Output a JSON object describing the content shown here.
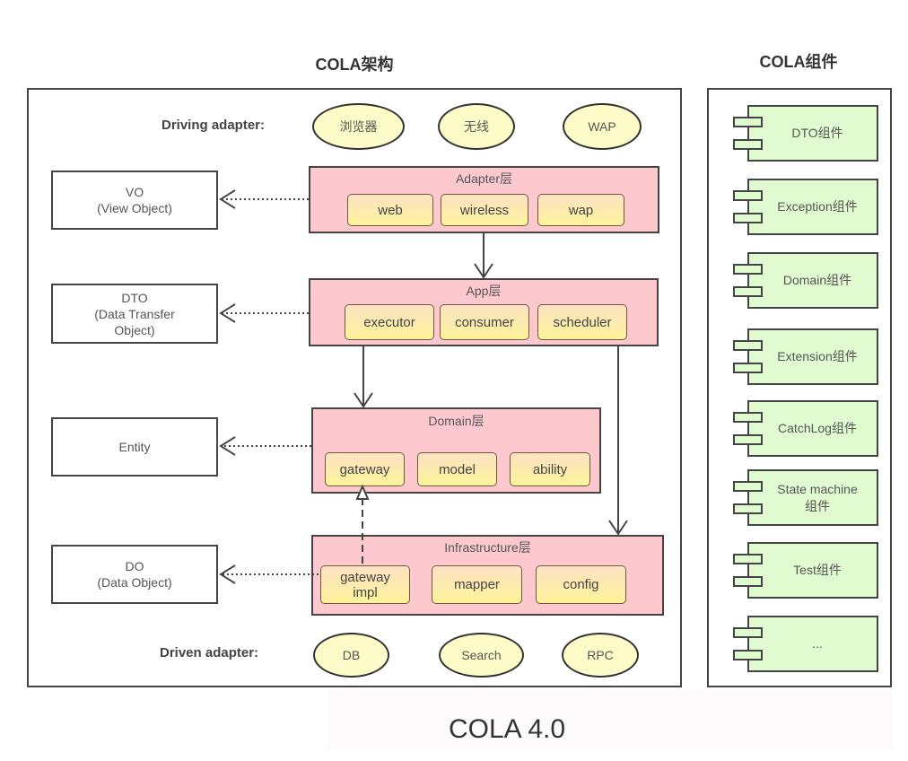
{
  "architecture": {
    "title": "COLA架构",
    "driving_adapter": {
      "label": "Driving adapter:",
      "items": [
        "浏览器",
        "无线",
        "WAP"
      ]
    },
    "driven_adapter": {
      "label": "Driven adapter:",
      "items": [
        "DB",
        "Search",
        "RPC"
      ]
    },
    "layers": {
      "adapter": {
        "title": "Adapter层",
        "modules": [
          "web",
          "wireless",
          "wap"
        ]
      },
      "app": {
        "title": "App层",
        "modules": [
          "executor",
          "consumer",
          "scheduler"
        ]
      },
      "domain": {
        "title": "Domain层",
        "modules": [
          "gateway",
          "model",
          "ability"
        ]
      },
      "infrastructure": {
        "title": "Infrastructure层",
        "modules": [
          "gateway\nimpl",
          "mapper",
          "config"
        ]
      }
    },
    "objects": {
      "vo": "VO\n(View Object)",
      "dto": "DTO\n(Data Transfer\nObject)",
      "entity": "Entity",
      "do": "DO\n(Data Object)"
    }
  },
  "components": {
    "title": "COLA组件",
    "items": [
      "DTO组件",
      "Exception组件",
      "Domain组件",
      "Extension组件",
      "CatchLog组件",
      "State machine\n组件",
      "Test组件",
      "..."
    ]
  },
  "caption": "COLA 4.0",
  "colors": {
    "layer_fill": "#fdc9ce",
    "module_fill_top": "#fde2c4",
    "module_fill_bottom": "#fdf39a",
    "ellipse_fill": "#fdfcc8",
    "component_fill": "#e0fbcf",
    "stroke": "#444444"
  }
}
